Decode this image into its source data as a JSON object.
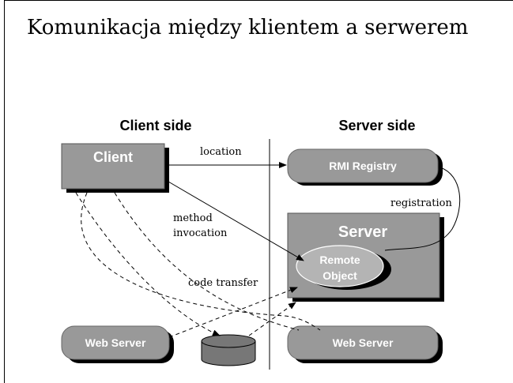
{
  "title": "Komunikacja między klientem a serwerem",
  "headers": {
    "client_side": "Client side",
    "server_side": "Server side"
  },
  "nodes": {
    "client": "Client",
    "rmi_registry": "RMI Registry",
    "server": "Server",
    "remote_object_line1": "Remote",
    "remote_object_line2": "Object",
    "web_server_left": "Web Server",
    "web_server_right": "Web Server"
  },
  "edges": {
    "location": "location",
    "registration": "registration",
    "method_line1": "method",
    "method_line2": "invocation",
    "code_transfer": "code transfer"
  },
  "colors": {
    "box_fill": "#999999",
    "shadow": "#000000",
    "ellipse_fill": "#b4b4b4"
  }
}
